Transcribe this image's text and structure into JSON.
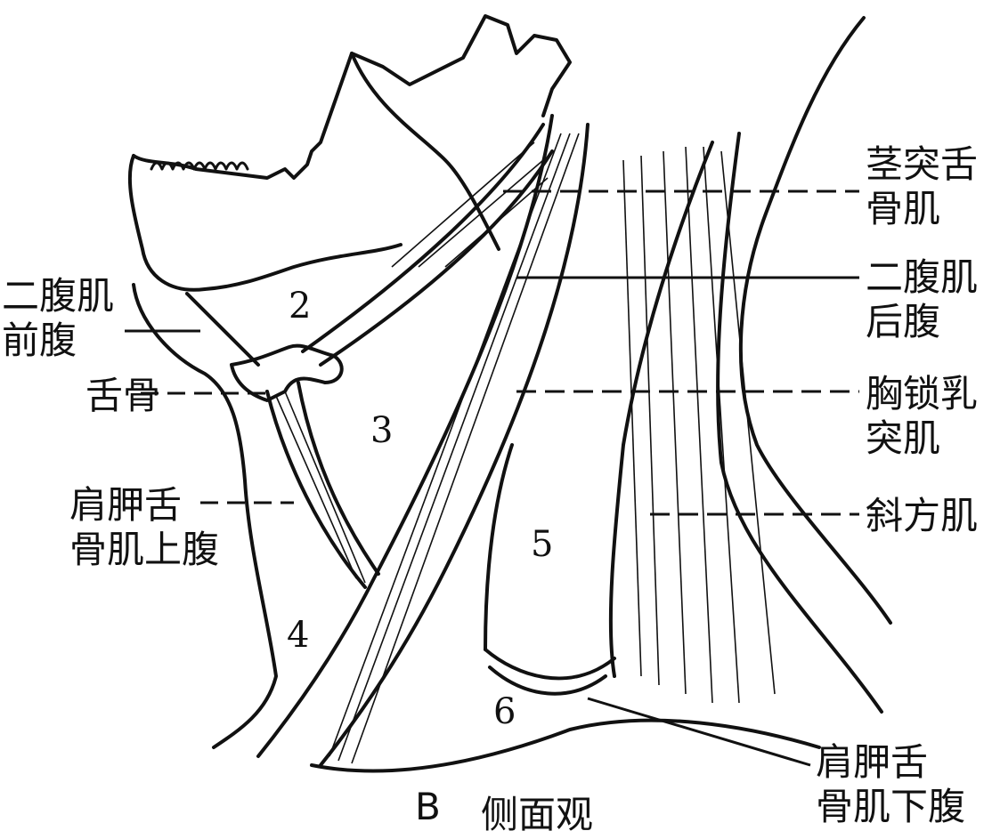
{
  "figure": {
    "caption_letter": "B",
    "caption_text": "侧面观"
  },
  "labels_right": [
    {
      "id": "stylohyoid",
      "line1": "茎突舌",
      "line2": "骨肌"
    },
    {
      "id": "digastric-posterior",
      "line1": "二腹肌",
      "line2": "后腹"
    },
    {
      "id": "sternocleidomastoid",
      "line1": "胸锁乳",
      "line2": "突肌"
    },
    {
      "id": "trapezius",
      "line1": "斜方肌",
      "line2": ""
    },
    {
      "id": "omohyoid-inferior",
      "line1": "肩胛舌",
      "line2": "骨肌下腹"
    }
  ],
  "labels_left": [
    {
      "id": "digastric-anterior",
      "line1": "二腹肌",
      "line2": "前腹"
    },
    {
      "id": "hyoid",
      "line1": "舌骨",
      "line2": ""
    },
    {
      "id": "omohyoid-superior",
      "line1": "肩胛舌",
      "line2": "骨肌上腹"
    }
  ],
  "region_numbers": [
    "2",
    "3",
    "4",
    "5",
    "6"
  ],
  "colors": {
    "ink": "#111111",
    "background": "#ffffff"
  }
}
